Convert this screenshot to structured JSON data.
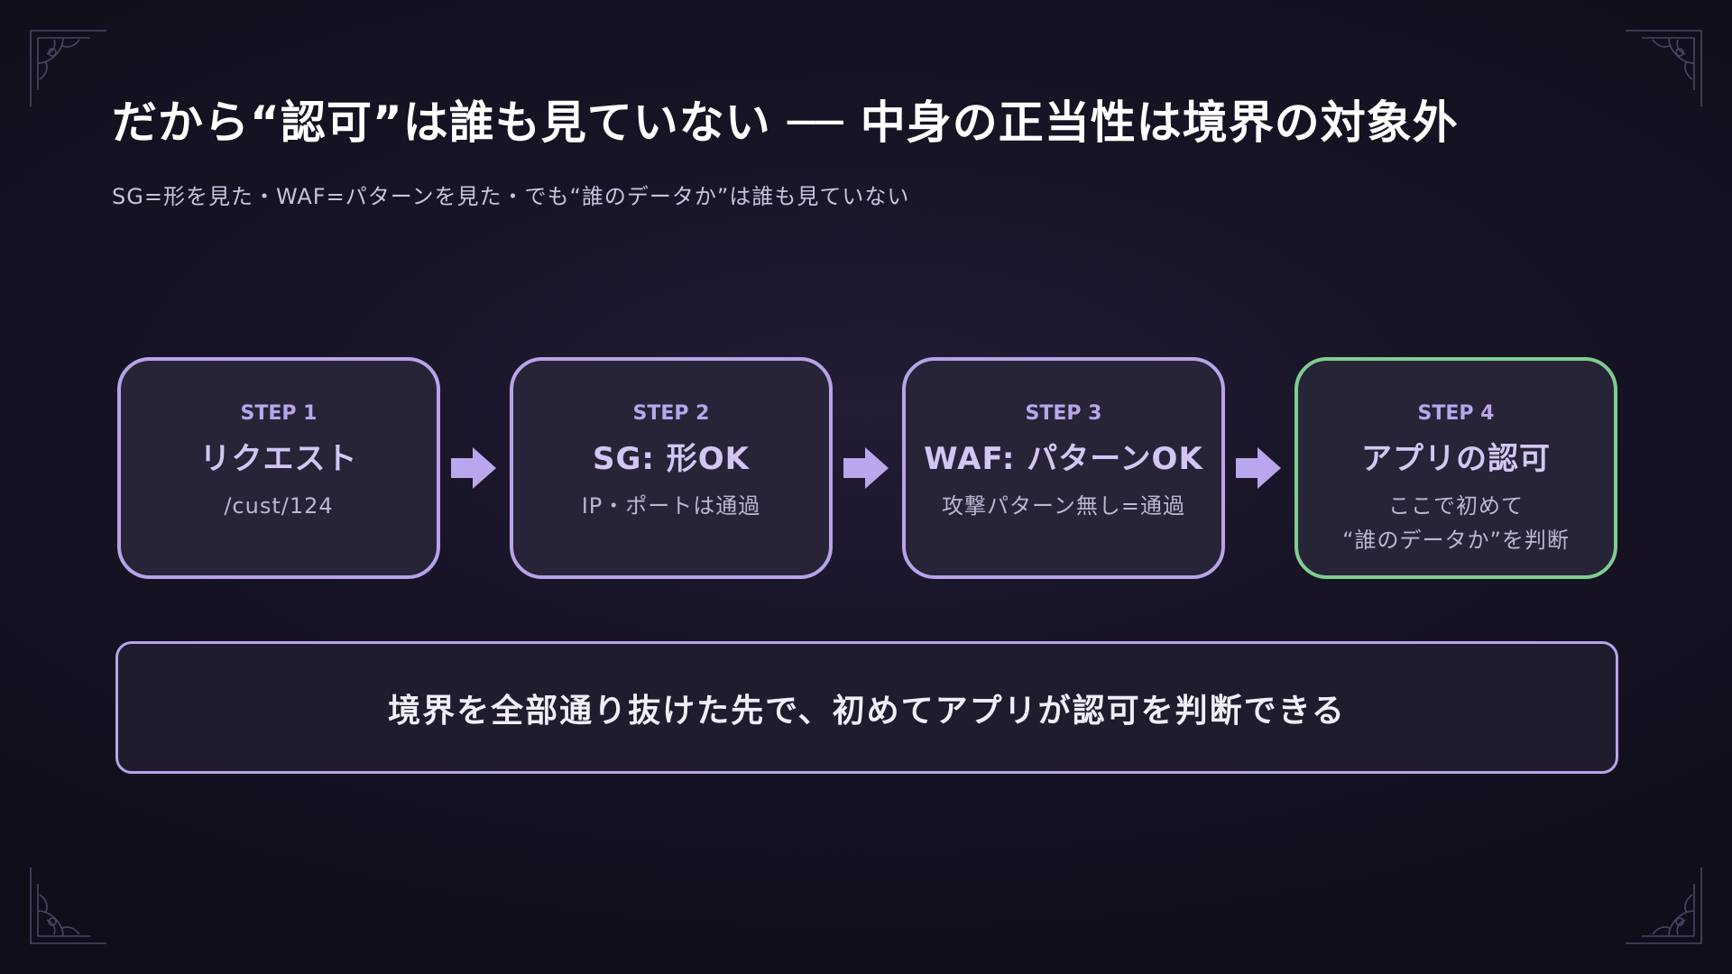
{
  "title": "だから“認可”は誰も見ていない ── 中身の正当性は境界の対象外",
  "subtitle": "SG=形を見た・WAF=パターンを見た・でも“誰のデータか”は誰も見ていない",
  "steps": [
    {
      "label": "STEP 1",
      "main": "リクエスト",
      "desc1": "/cust/124",
      "desc2": ""
    },
    {
      "label": "STEP 2",
      "main": "SG: 形OK",
      "desc1": "IP・ポートは通過",
      "desc2": ""
    },
    {
      "label": "STEP 3",
      "main": "WAF: パターンOK",
      "desc1": "攻撃パターン無し=通過",
      "desc2": ""
    },
    {
      "label": "STEP 4",
      "main": "アプリの認可",
      "desc1": "ここで初めて",
      "desc2": "“誰のデータか”を判断"
    }
  ],
  "banner": "境界を全部通り抜けた先で、初めてアプリが認可を判断できる",
  "colors": {
    "accent": "#b8a3e8",
    "success": "#7fce8e",
    "background": "#181426",
    "card": "#282438"
  },
  "icons": {
    "arrow": "right-arrow-icon",
    "corner": "ornament-icon"
  }
}
